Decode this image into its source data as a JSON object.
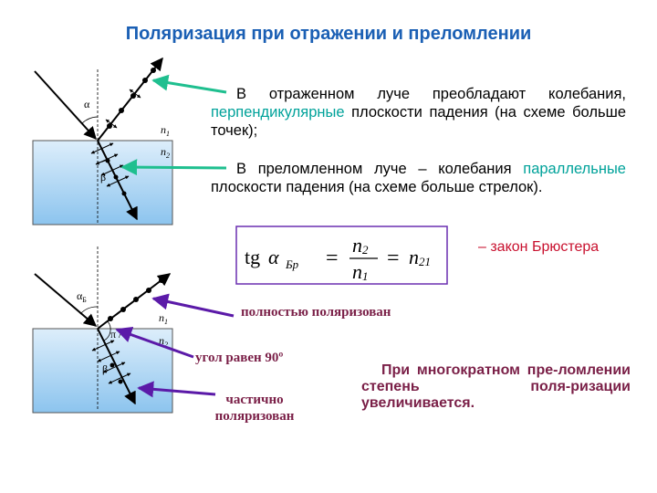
{
  "title": "Поляризация при отражении и преломлении",
  "paragraph1": {
    "start": "В отраженном луче преобладают колебания, ",
    "highlight": "перпендикулярные",
    "end": " плоскости падения (на схеме больше точек);"
  },
  "paragraph2": {
    "start": "В преломленном луче – колебания ",
    "highlight": "параллельные",
    "end": " плоскости падения (на схеме больше стрелок)."
  },
  "formula": {
    "tg": "tg",
    "alpha": "α",
    "sub": "Бр",
    "n2": "n",
    "n2_sub": "2",
    "n1": "n",
    "n1_sub": "1",
    "n21": "n",
    "n21_sub": "21"
  },
  "brewster_law": "– закон Брюстера",
  "diagram_top": {
    "alpha": "α",
    "n1": "n",
    "n1_sub": "1",
    "n2": "n",
    "n2_sub": "2",
    "beta": "β"
  },
  "diagram_bottom": {
    "alpha": "α",
    "alpha_sub": "Б",
    "pi_half": "π / 2",
    "n1": "n",
    "n1_sub": "1",
    "n2": "n",
    "n2_sub": "2",
    "beta": "β"
  },
  "labels": {
    "full": "полностью поляризован",
    "angle": "угол равен  90º",
    "partial_line1": "частично",
    "partial_line2": "поляризован"
  },
  "multi_refraction": "При многократном пре-ломлении степень поля-ризации увеличивается.",
  "colors": {
    "title": "#1a5fb4",
    "green": "#00a29a",
    "maroon": "#7a1f47",
    "red": "#c8102e",
    "purple": "#5b1aa8",
    "glass": "#a9d4f2"
  }
}
